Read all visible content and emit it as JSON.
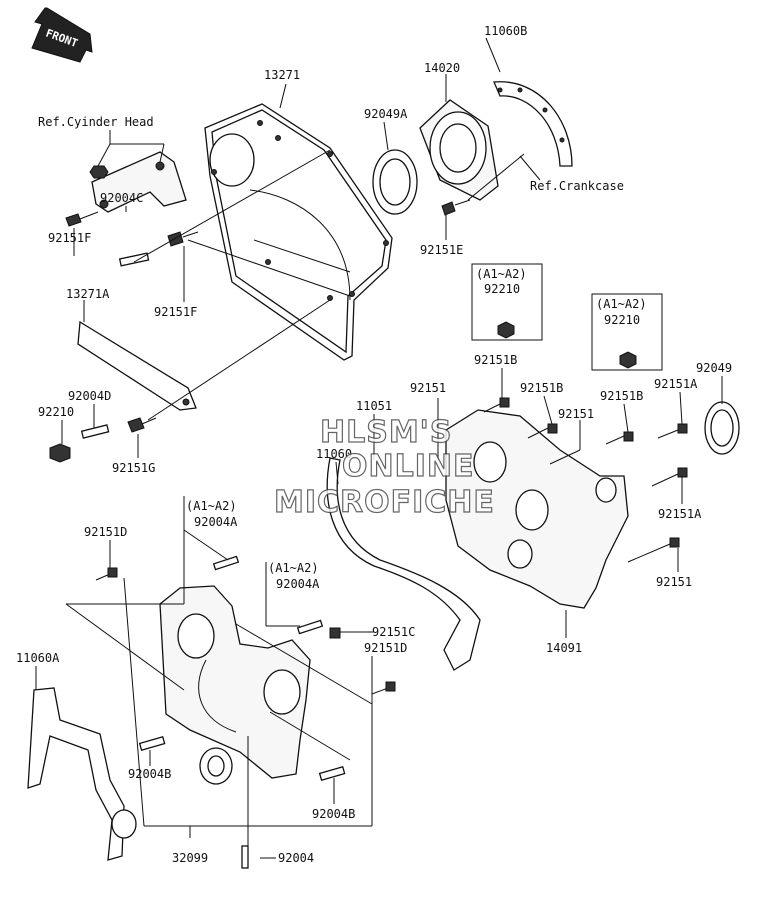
{
  "front_arrow": {
    "label": "FRONT"
  },
  "watermark": {
    "line1": "HLSM'S",
    "line2": "ONLINE",
    "line3": "MICROFICHE"
  },
  "refs": {
    "cylinder_head": "Ref.Cyinder Head",
    "crankcase": "Ref.Crankcase"
  },
  "labels": {
    "l13271": "13271",
    "l13271A": "13271A",
    "l92004C": "92004C",
    "l92151F_1": "92151F",
    "l92151F_2": "92151F",
    "l92004D": "92004D",
    "l92210_1": "92210",
    "l92151G": "92151G",
    "l11060B": "11060B",
    "l14020": "14020",
    "l92049A": "92049A",
    "l92151E": "92151E",
    "a1a2_1": "(A1~A2)",
    "l92210_2": "92210",
    "a1a2_2": "(A1~A2)",
    "l92210_3": "92210",
    "l92049": "92049",
    "l92151B_1": "92151B",
    "l92151_1": "92151",
    "l92151B_2": "92151B",
    "l92151A_1": "92151A",
    "l11051": "11051",
    "l92151_2": "92151",
    "l92151B_3": "92151B",
    "l11060": "11060",
    "l92151A_2": "92151A",
    "l92151_3": "92151",
    "l14091": "14091",
    "l92151D_1": "92151D",
    "a1a2_3": "(A1~A2)",
    "l92004A_1": "92004A",
    "a1a2_4": "(A1~A2)",
    "l92004A_2": "92004A",
    "l92151C": "92151C",
    "l92151D_2": "92151D",
    "l11060A": "11060A",
    "l92004B_1": "92004B",
    "l92004B_2": "92004B",
    "l32099": "32099",
    "l92004": "92004"
  }
}
